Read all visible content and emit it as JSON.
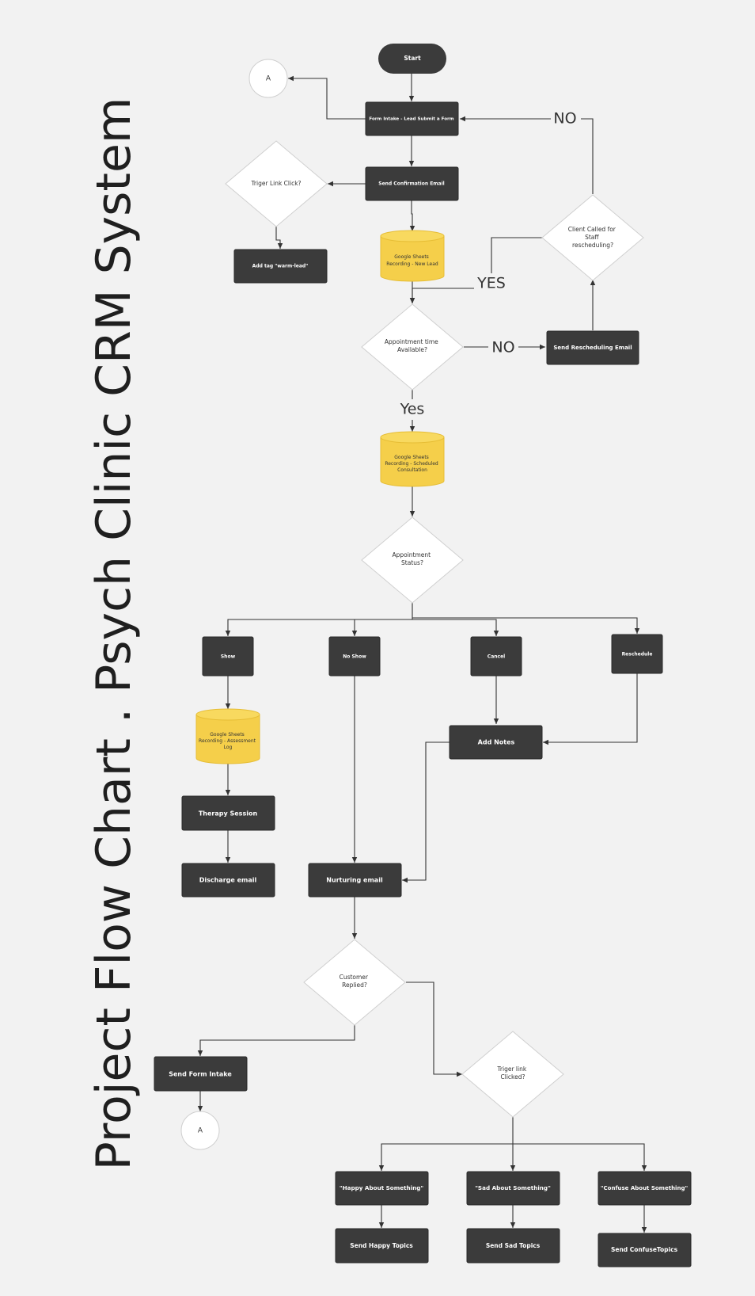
{
  "title": "Project Flow Chart . Psych Clinic CRM System",
  "nodes": {
    "start": "Start",
    "connector_top": "A",
    "form_intake": "Form Intake - Lead Submit a Form",
    "send_confirmation": "Send Confirmation Email",
    "triger_link_click": [
      "Triger Link Click?"
    ],
    "add_tag": "Add tag \"warm-lead\"",
    "gs_new_lead": [
      "Google Sheets",
      "Recording - New Lead"
    ],
    "appt_available": [
      "Appointment time",
      "Available?"
    ],
    "send_rescheduling": "Send Rescheduling Email",
    "client_called": [
      "Client Called for",
      "Staff",
      "rescheduling?"
    ],
    "gs_scheduled": [
      "Google Sheets",
      "Recording - Scheduled",
      "Consultation"
    ],
    "appt_status": [
      "Appointment",
      "Status?"
    ],
    "show": "Show",
    "no_show": "No Show",
    "cancel": "Cancel",
    "reschedule": "Reschedule",
    "gs_assessment": [
      "Google Sheets",
      "Recording - Assessment",
      "Log"
    ],
    "add_notes": "Add Notes",
    "therapy_session": "Therapy Session",
    "discharge_email": "Discharge email",
    "nurturing_email": "Nurturing email",
    "customer_replied": [
      "Customer",
      "Replied?"
    ],
    "send_form_intake": "Send Form Intake",
    "connector_bottom": "A",
    "triger_link_clicked": [
      "Triger link",
      "Clicked?"
    ],
    "happy": "\"Happy About Something\"",
    "sad": "\"Sad About Something\"",
    "confuse": "\"Confuse About Something\"",
    "send_happy": "Send Happy Topics",
    "send_sad": "Send Sad Topics",
    "send_confuse": "Send ConfuseTopics"
  },
  "edge_labels": {
    "no_top": "NO",
    "yes_mid": "YES",
    "no_mid": "NO",
    "yes_low": "Yes"
  },
  "colors": {
    "process": "#3b3b3b",
    "database": "#f5cf4a",
    "decision": "#ffffff",
    "background": "#f2f2f2"
  }
}
